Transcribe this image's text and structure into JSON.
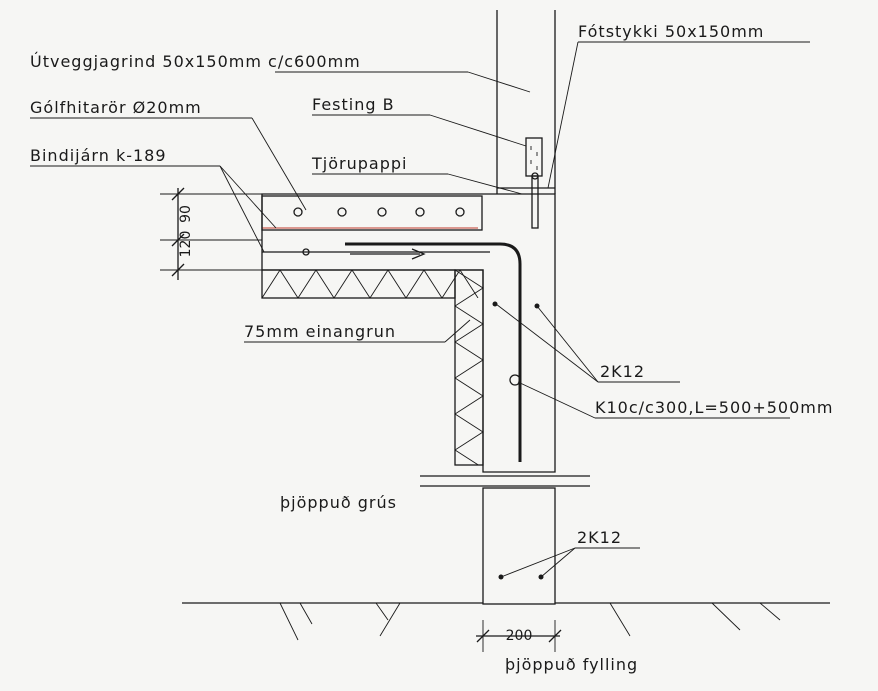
{
  "labels": {
    "fotstykki": "Fótstykki 50x150mm",
    "utveggjagrind": "Útveggjagrind 50x150mm c/c600mm",
    "festing": "Festing B",
    "golfhitaror": "Gólfhitarör Ø20mm",
    "tjorupappi": "Tjörupappi",
    "bindijarn": "Bindijárn k-189",
    "einangrun": "75mm einangrun",
    "rebar_top": "2K12",
    "rebar_k10": "K10c/c300,L=500+500mm",
    "grus": "þjöppuð grús",
    "rebar_bottom": "2K12",
    "fylling": "þjöppuð fylling"
  },
  "dimensions": {
    "slab_height": "120",
    "slab_top": "90",
    "wall_width": "200"
  },
  "colors": {
    "line": "#1a1a1a",
    "heating_pipe": "#c0392b",
    "background": "#f6f6f4"
  }
}
